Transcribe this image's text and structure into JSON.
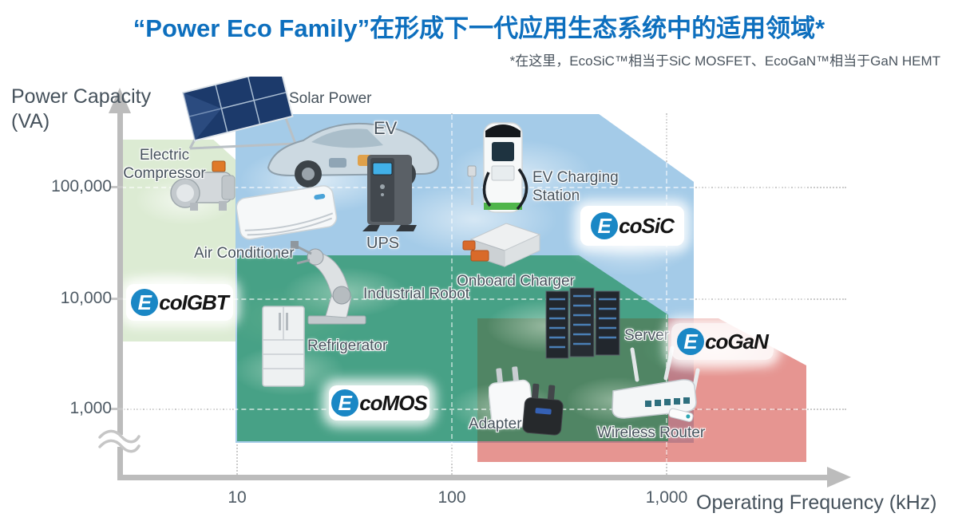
{
  "title": "“Power Eco Family”在形成下一代应用生态系统中的适用领域*",
  "subtitle": "*在这里，EcoSiC™相当于SiC MOSFET、EcoGaN™相当于GaN HEMT",
  "y_axis": {
    "label_line1": "Power Capacity",
    "label_line2": "(VA)",
    "ticks": [
      "100,000",
      "10,000",
      "1,000"
    ]
  },
  "x_axis": {
    "label": "Operating Frequency (kHz)",
    "ticks": [
      "10",
      "100",
      "1,000"
    ]
  },
  "regions": {
    "ecoigbt": {
      "logo_e": "E",
      "logo_rest": "coIGBT",
      "fill": "#dcebd3"
    },
    "ecosic": {
      "logo_e": "E",
      "logo_rest": "coSiC",
      "fill": "#a4cbe8"
    },
    "ecomos": {
      "logo_e": "E",
      "logo_rest": "coMOS",
      "fill": "#4fae8c"
    },
    "ecogan": {
      "logo_e": "E",
      "logo_rest": "coGaN",
      "fill": "#e78e8a"
    }
  },
  "products": {
    "solar_power": {
      "label": "Solar Power"
    },
    "ev": {
      "label": "EV"
    },
    "electric_compressor": {
      "label": "Electric Compressor"
    },
    "air_conditioner": {
      "label": "Air Conditioner"
    },
    "ups": {
      "label": "UPS"
    },
    "ev_charging_station": {
      "label": "EV Charging Station"
    },
    "onboard_charger": {
      "label": "Onboard Charger"
    },
    "industrial_robot": {
      "label": "Industrial Robot"
    },
    "refrigerator": {
      "label": "Refrigerator"
    },
    "server": {
      "label": "Server"
    },
    "adapter": {
      "label": "Adapter"
    },
    "wireless_router": {
      "label": "Wireless Router"
    }
  },
  "colors": {
    "title_blue": "#0d6fbe",
    "axis_gray": "#bcbcbc",
    "label_gray": "#46525c",
    "logo_blue": "#1a87c5"
  },
  "chart_data": {
    "type": "area",
    "title": "“Power Eco Family”在形成下一代应用生态系统中的适用领域*",
    "xlabel": "Operating Frequency (kHz)",
    "ylabel": "Power Capacity (VA)",
    "x_scale": "log",
    "y_scale": "log",
    "x_ticks": [
      10,
      100,
      1000
    ],
    "y_ticks": [
      1000,
      10000,
      100000
    ],
    "grid": "dotted",
    "series": [
      {
        "name": "EcoIGBT",
        "freq_khz_range": [
          3,
          10
        ],
        "power_va_range": [
          4000,
          280000
        ],
        "applications": [
          "Electric Compressor"
        ]
      },
      {
        "name": "EcoSiC",
        "freq_khz_range": [
          10,
          1300
        ],
        "power_va_range": [
          500,
          450000
        ],
        "applications": [
          "Solar Power",
          "EV",
          "Air Conditioner",
          "UPS",
          "EV Charging Station",
          "Onboard Charger"
        ]
      },
      {
        "name": "EcoMOS",
        "freq_khz_range": [
          10,
          1000
        ],
        "power_va_range": [
          500,
          25000
        ],
        "applications": [
          "Air Conditioner",
          "Industrial Robot",
          "Refrigerator",
          "Onboard Charger",
          "Server"
        ]
      },
      {
        "name": "EcoGaN",
        "freq_khz_range": [
          130,
          4500
        ],
        "power_va_range": [
          300,
          6500
        ],
        "applications": [
          "Server",
          "Adapter",
          "Wireless Router"
        ]
      }
    ]
  }
}
